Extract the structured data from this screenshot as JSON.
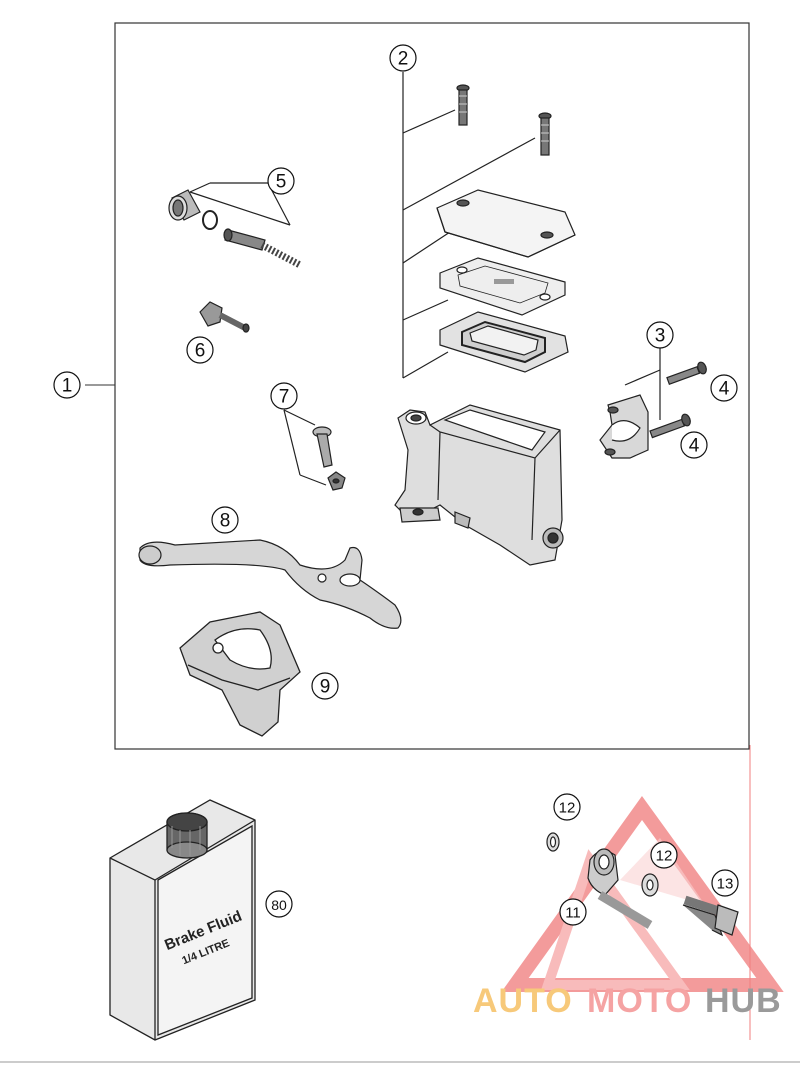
{
  "callouts": {
    "c1": "1",
    "c2": "2",
    "c3": "3",
    "c4a": "4",
    "c4b": "4",
    "c5": "5",
    "c6": "6",
    "c7": "7",
    "c8": "8",
    "c9": "9",
    "c11": "11",
    "c12a": "12",
    "c12b": "12",
    "c13": "13",
    "c80": "80"
  },
  "can": {
    "line1": "Brake Fluid",
    "line2": "1/4 LITRE"
  },
  "watermark": {
    "part1": "AUTO",
    "part2": "MOTO",
    "part3": "HUB",
    "colors": {
      "part1": "#f7c97a",
      "part2": "#f5a3a3",
      "part3": "#9a9a9a",
      "triangle": "#f07f7f"
    }
  }
}
